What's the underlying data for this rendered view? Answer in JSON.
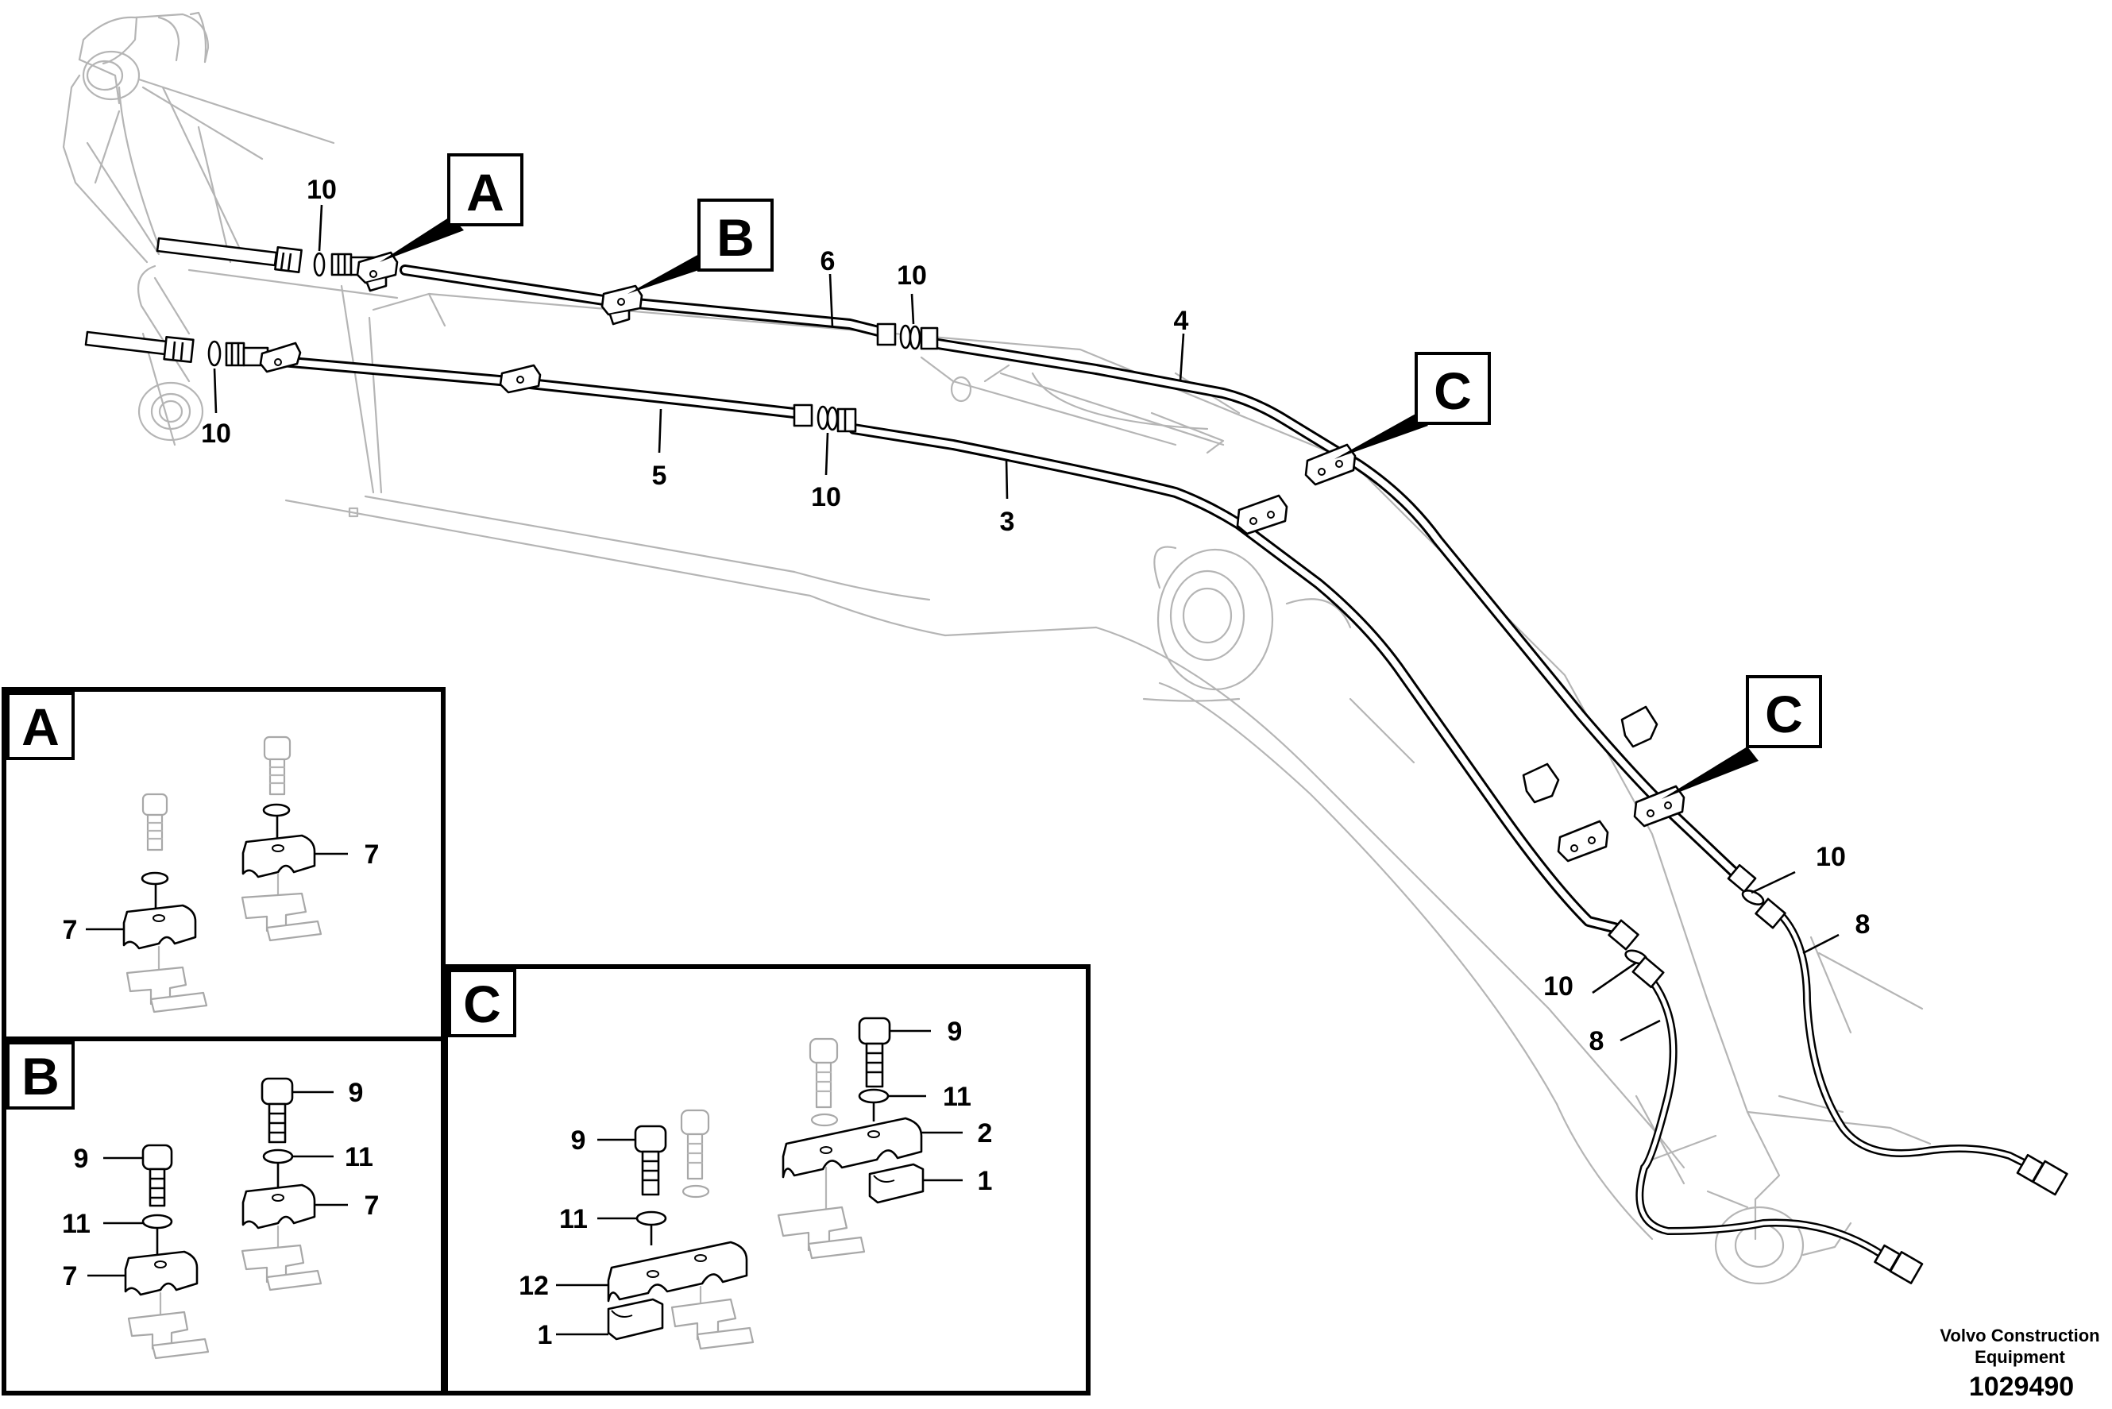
{
  "detail_flags": {
    "a": "A",
    "b": "B",
    "c_upper": "C",
    "c_lower": "C"
  },
  "callouts": {
    "p10_a": "10",
    "p10_b": "10",
    "p10_c": "10",
    "p10_d": "10",
    "p10_e": "10",
    "p10_f": "10",
    "p6": "6",
    "p4": "4",
    "p5": "5",
    "p3": "3",
    "p8_left": "8",
    "p8_right": "8"
  },
  "inset_a": {
    "title": "A",
    "labels": {
      "clamp_right": "7",
      "clamp_left": "7"
    }
  },
  "inset_b": {
    "title": "B",
    "labels": {
      "bolt_right": "9",
      "washer_right": "11",
      "clamp_right": "7",
      "bolt_left": "9",
      "washer_left": "11",
      "clamp_left": "7"
    }
  },
  "inset_c": {
    "title": "C",
    "labels": {
      "bolt_right": "9",
      "washer_right": "11",
      "cap_right": "2",
      "half_right": "1",
      "bolt_left": "9",
      "washer_left": "11",
      "cap_left": "12",
      "half_left": "1"
    }
  },
  "footer": {
    "brand_line1": "Volvo Construction",
    "brand_line2": "Equipment",
    "doc_number": "1029490"
  },
  "colors": {
    "ink": "#000000",
    "ghost": "#b5b5b5",
    "paper": "#ffffff"
  },
  "icons": [
    "pipe-clamp-icon",
    "bolt-icon",
    "washer-icon",
    "hose-fitting-icon",
    "o-ring-icon"
  ]
}
